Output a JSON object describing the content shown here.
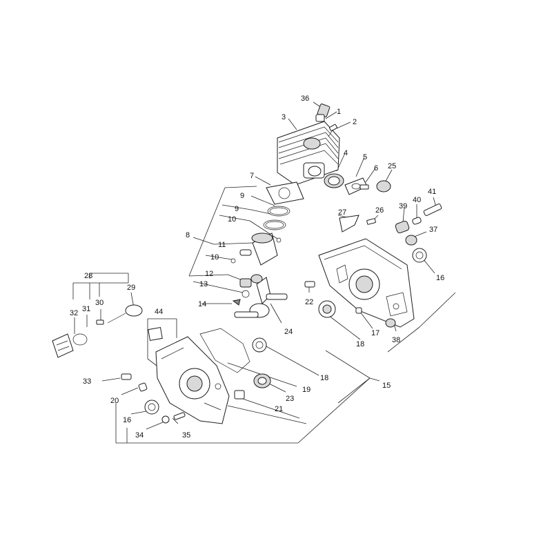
{
  "diagram": {
    "callouts": [
      "36",
      "1",
      "2",
      "3",
      "4",
      "5",
      "6",
      "25",
      "7",
      "9",
      "9",
      "10",
      "8",
      "11",
      "10",
      "12",
      "13",
      "14",
      "24",
      "27",
      "26",
      "39",
      "40",
      "41",
      "37",
      "16",
      "22",
      "18",
      "17",
      "38",
      "28",
      "29",
      "30",
      "31",
      "32",
      "44",
      "33",
      "20",
      "16",
      "34",
      "35",
      "18",
      "19",
      "23",
      "21",
      "15"
    ]
  }
}
